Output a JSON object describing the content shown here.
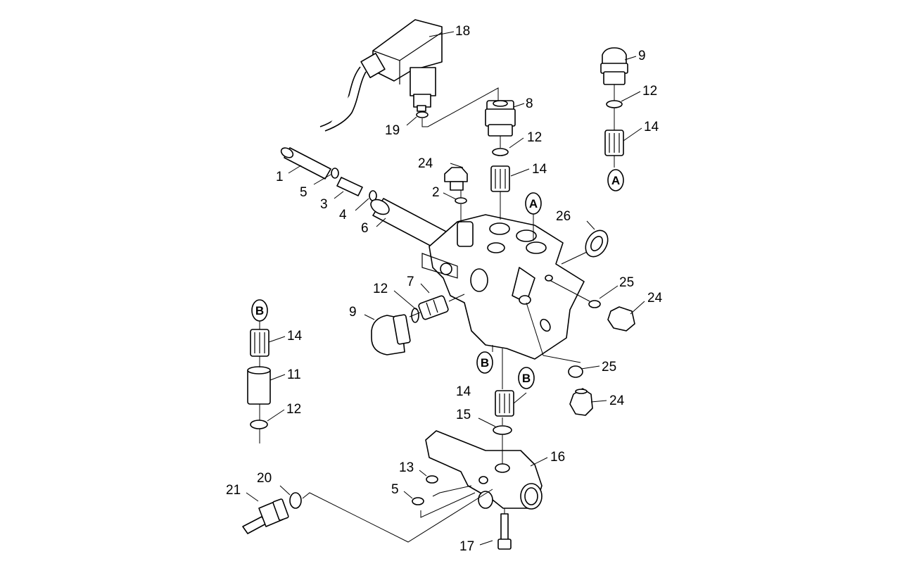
{
  "diagram": {
    "callouts": {
      "c1": "1",
      "c2": "2",
      "c3": "3",
      "c4": "4",
      "c5a": "5",
      "c5b": "5",
      "c6": "6",
      "c7": "7",
      "c8": "8",
      "c9a": "9",
      "c9b": "9",
      "c11": "11",
      "c12a": "12",
      "c12b": "12",
      "c12c": "12",
      "c12d": "12",
      "c13": "13",
      "c14a": "14",
      "c14b": "14",
      "c14c": "14",
      "c14d": "14",
      "c15": "15",
      "c16": "16",
      "c17": "17",
      "c18": "18",
      "c19": "19",
      "c20": "20",
      "c21": "21",
      "c24a": "24",
      "c24b": "24",
      "c24c": "24",
      "c25a": "25",
      "c25b": "25",
      "c26": "26"
    },
    "refs": {
      "ra1": "A",
      "ra2": "A",
      "rb1": "B",
      "rb2": "B",
      "rb3": "B"
    }
  }
}
